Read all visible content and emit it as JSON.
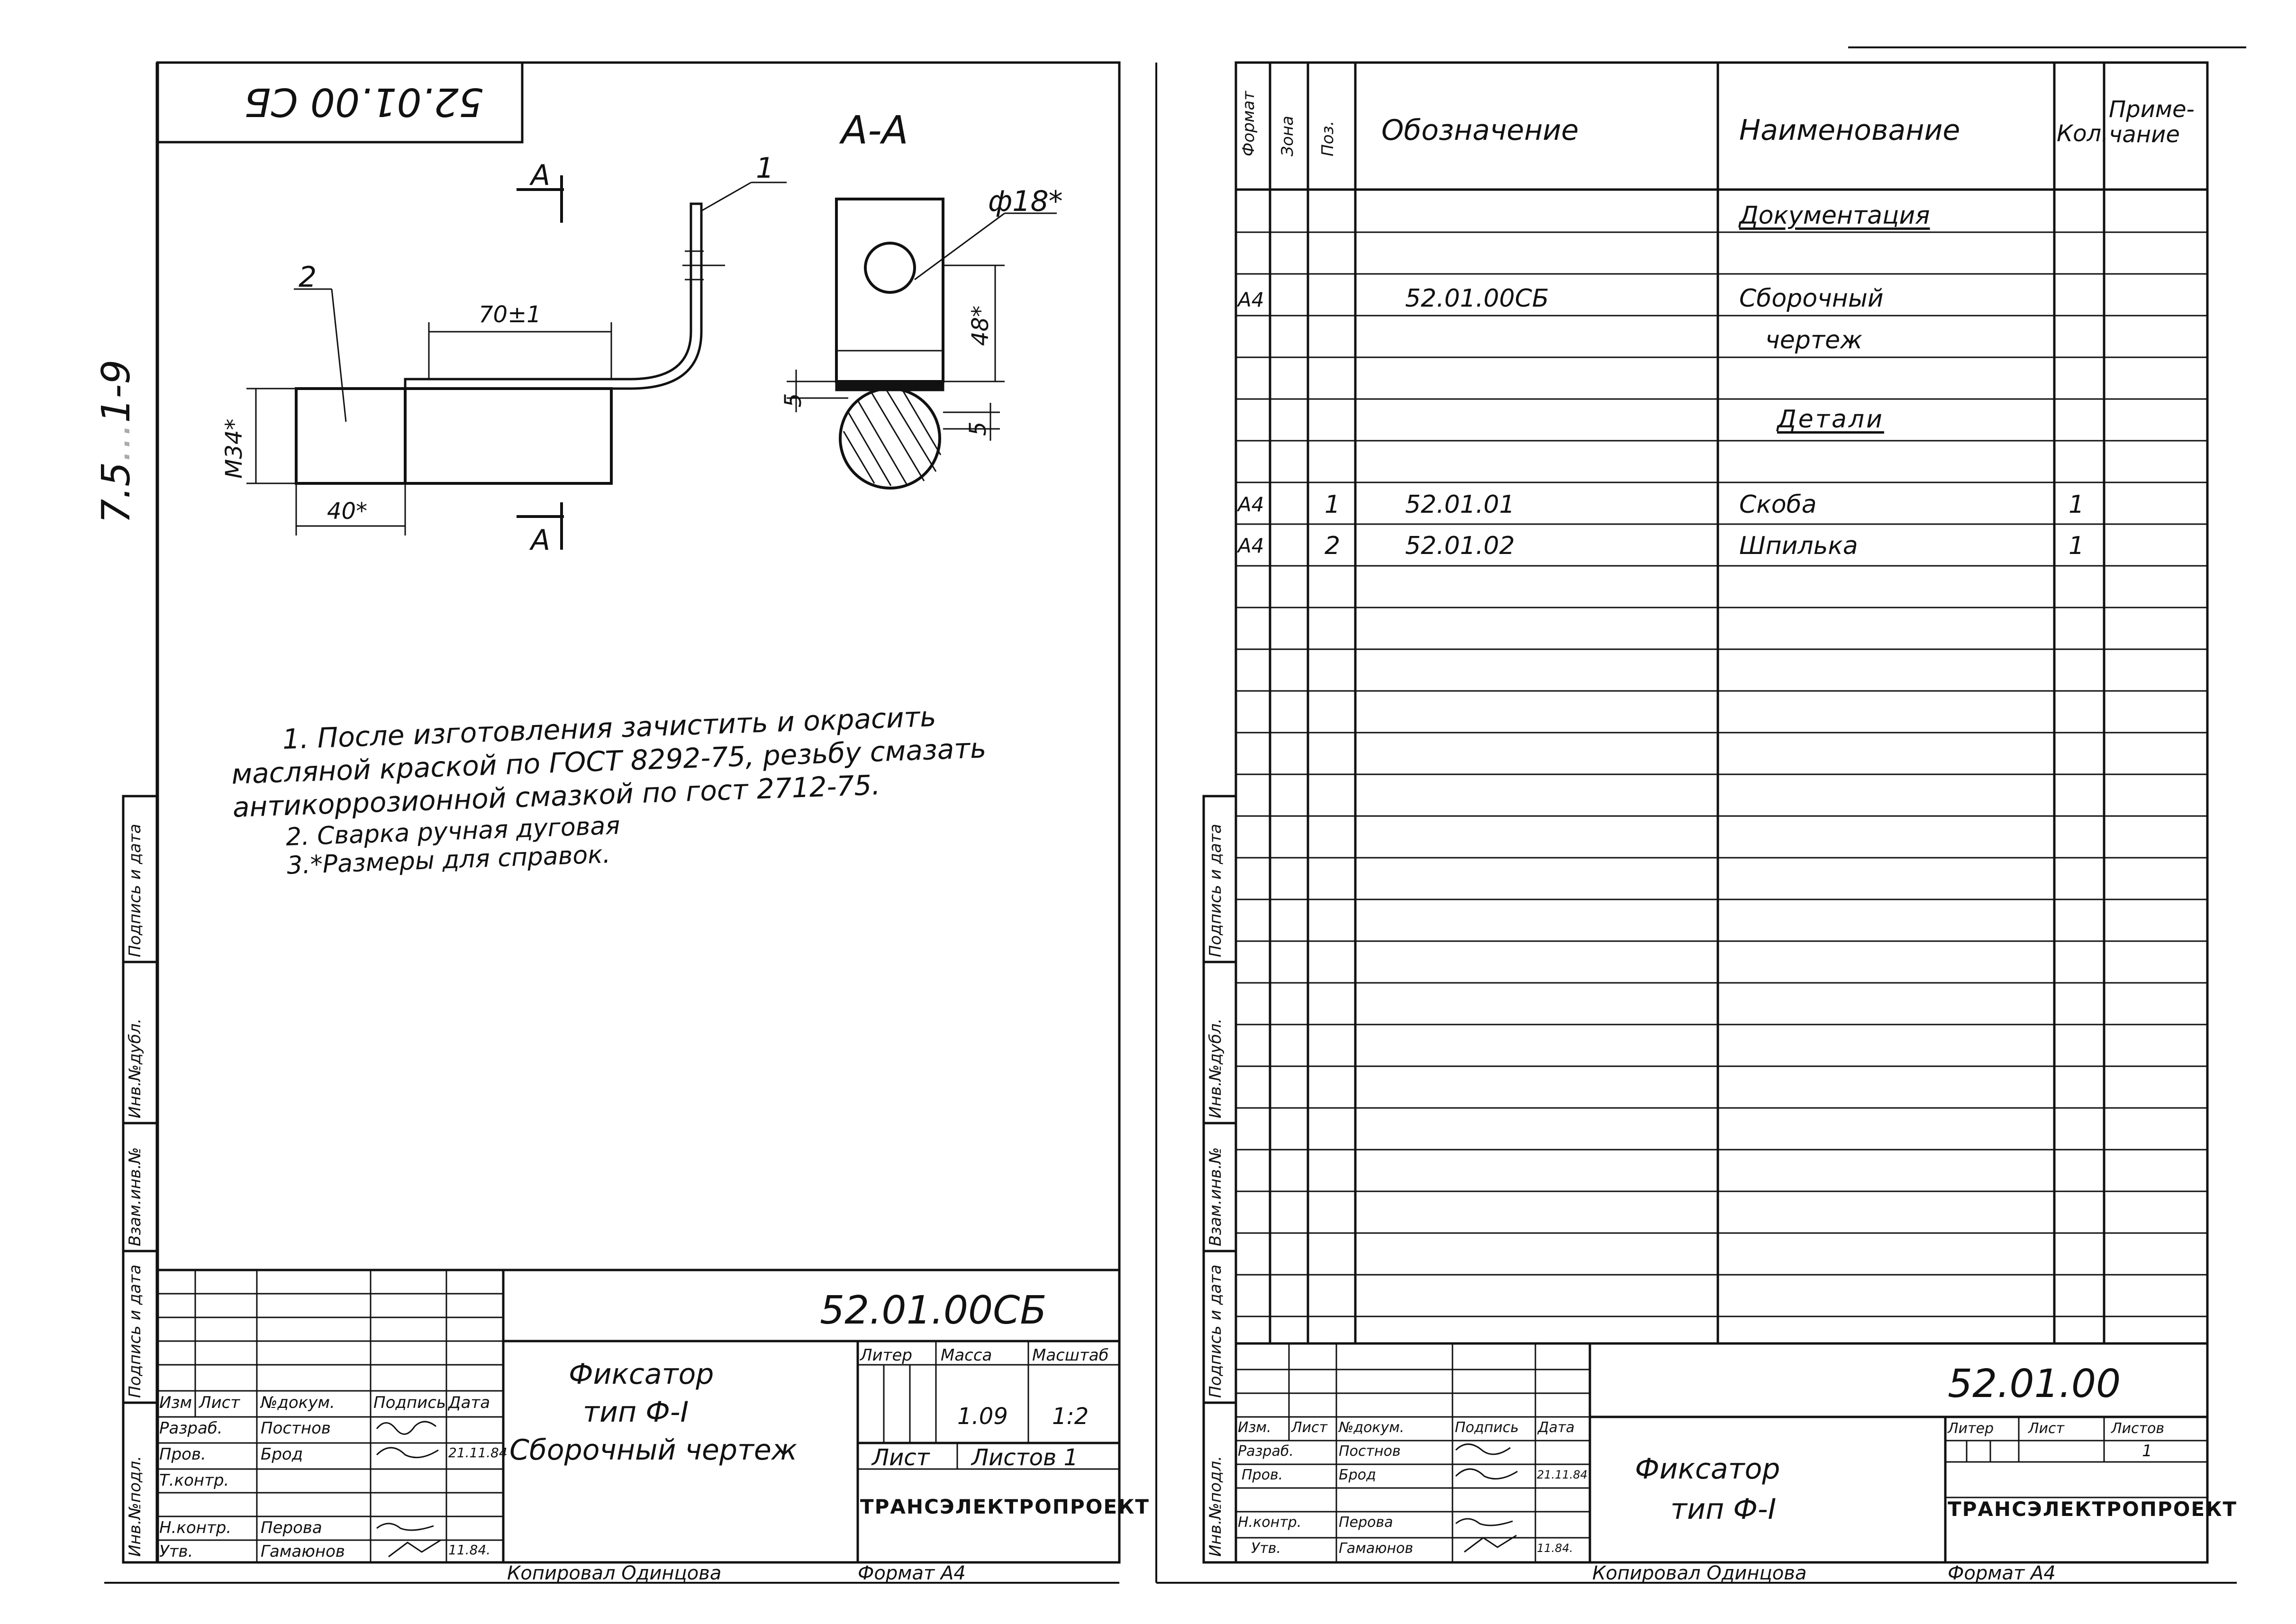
{
  "side_code": "7.5",
  "side_code_rest": "1-9",
  "left_sheet": {
    "rotated_stamp": "52.01.00 СБ",
    "section_label": "А-А",
    "cut_mark": "А",
    "callout_1": "1",
    "callout_2": "2",
    "dim_70": "70±1",
    "dim_m34": "М34*",
    "dim_40": "40*",
    "dim_d18": "ф18*",
    "dim_48": "48*",
    "dim_5a": "5",
    "dim_5b": "5",
    "notes": [
      "1. После изготовления зачистить и окрасить",
      "масляной краской по ГОСТ 8292-75, резьбу смазать",
      "антикоррозионной смазкой по гост 2712-75.",
      "2. Сварка ручная дуговая",
      "3.*Размеры для справок."
    ],
    "side_labels": [
      "Инв.№подл.",
      "Подпись и дата",
      "Взам.инв.№",
      "Инв.№дубл.",
      "Подпись и дата"
    ],
    "title_block": {
      "designation": "52.01.00СБ",
      "name_line1": "Фиксатор",
      "name_line2": "тип Ф-I",
      "name_line3": "Сборочный чертеж",
      "hdr_izm": "Изм",
      "hdr_list": "Лист",
      "hdr_ndok": "№докум.",
      "hdr_podp": "Подпись",
      "hdr_date": "Дата",
      "row_razrab": "Разраб.",
      "row_prov": "Пров.",
      "row_tkontr": "Т.контр.",
      "row_nkontr": "Н.контр.",
      "row_utv": "Утв.",
      "razrab_name": "Постнов",
      "prov_name": "Брод",
      "nkontr_name": "Перова",
      "utv_name": "Гамаюнов",
      "date_prov": "21.11.84",
      "date_utv": "11.84.",
      "liter": "Литер",
      "massa": "Масса",
      "masshtab": "Масштаб",
      "massa_val": "1.09",
      "masshtab_val": "1:2",
      "list": "Лист",
      "listov": "Листов 1",
      "org": "ТРАНСЭЛЕКТРОПРОЕКТ",
      "copied": "Копировал Одинцова",
      "format": "Формат А4"
    }
  },
  "right_sheet": {
    "headers": {
      "format": "Формат",
      "zona": "Зона",
      "poz": "Поз.",
      "oboznach": "Обозначение",
      "naimen": "Наименование",
      "kol": "Кол.",
      "prim": "Приме-\nчание"
    },
    "section_docs": "Документация",
    "doc_row": {
      "format": "А4",
      "oboz": "52.01.00СБ",
      "name1": "Сборочный",
      "name2": "чертеж"
    },
    "section_parts": "Детали",
    "parts": [
      {
        "format": "А4",
        "poz": "1",
        "oboz": "52.01.01",
        "name": "Скоба",
        "kol": "1"
      },
      {
        "format": "А4",
        "poz": "2",
        "oboz": "52.01.02",
        "name": "Шпилька",
        "kol": "1"
      }
    ],
    "side_labels": [
      "Инв.№подл.",
      "Подпись и дата",
      "Взам.инв.№",
      "Инв.№дубл.",
      "Подпись и дата"
    ],
    "title_block": {
      "designation": "52.01.00",
      "name_line1": "Фиксатор",
      "name_line2": "тип Ф-I",
      "hdr_izm": "Изм.",
      "hdr_list": "Лист",
      "hdr_ndok": "№докум.",
      "hdr_podp": "Подпись",
      "hdr_date": "Дата",
      "row_razrab": "Разраб.",
      "row_prov": "Пров.",
      "row_nkontr": "Н.контр.",
      "row_utv": "Утв.",
      "razrab_name": "Постнов",
      "prov_name": "Брод",
      "nkontr_name": "Перова",
      "utv_name": "Гамаюнов",
      "date_prov": "21.11.84",
      "date_utv": "11.84.",
      "liter": "Литер",
      "list": "Лист",
      "listov": "Листов",
      "listov_val": "1",
      "org": "ТРАНСЭЛЕКТРОПРОЕКТ",
      "copied": "Копировал Одинцова",
      "format": "Формат А4"
    }
  }
}
